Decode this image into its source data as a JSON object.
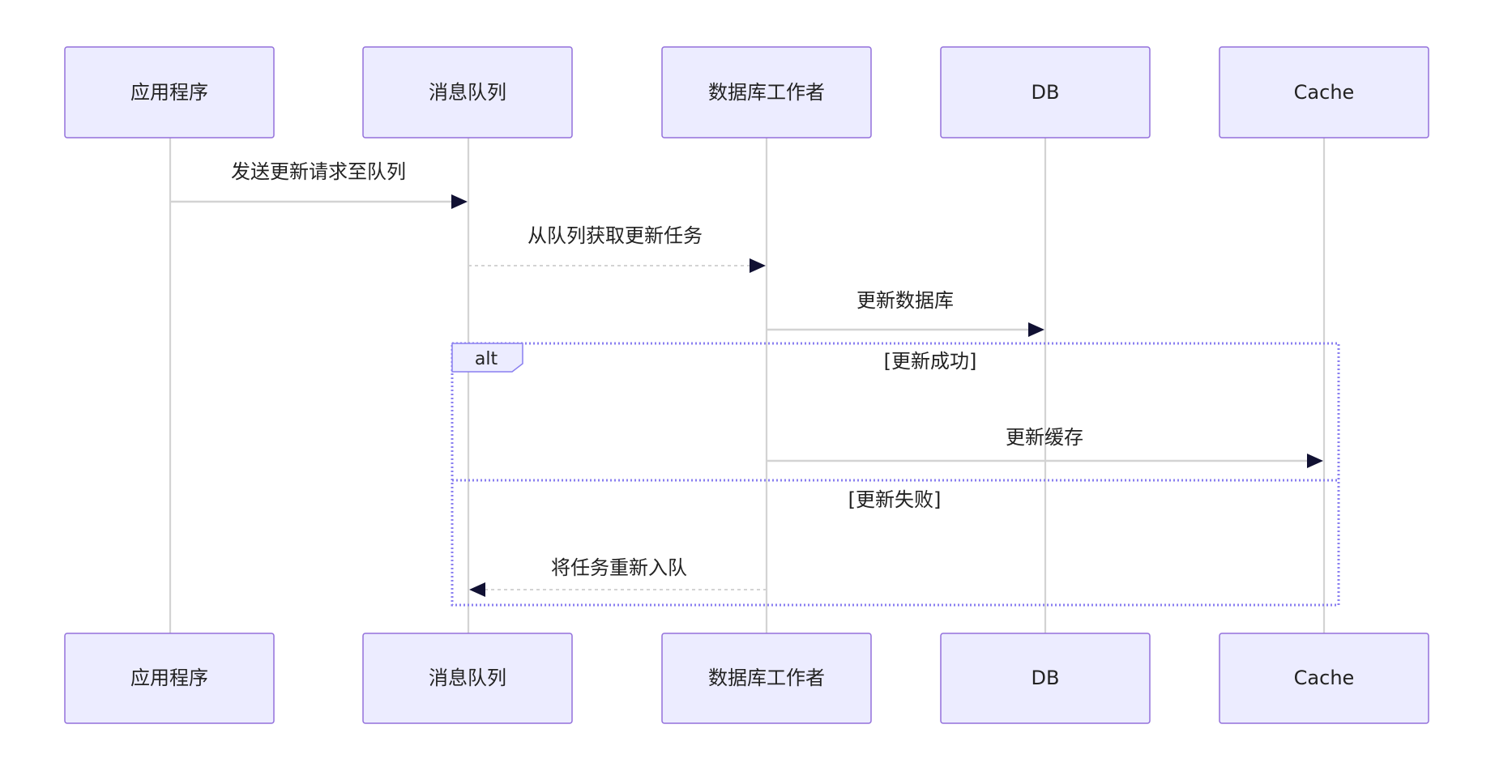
{
  "participants": [
    {
      "id": "app",
      "label": "应用程序"
    },
    {
      "id": "mq",
      "label": "消息队列"
    },
    {
      "id": "worker",
      "label": "数据库工作者"
    },
    {
      "id": "db",
      "label": "DB"
    },
    {
      "id": "cache",
      "label": "Cache"
    }
  ],
  "messages": [
    {
      "label": "发送更新请求至队列",
      "from": "app",
      "to": "mq",
      "style": "solid"
    },
    {
      "label": "从队列获取更新任务",
      "from": "mq",
      "to": "worker",
      "style": "dashed"
    },
    {
      "label": "更新数据库",
      "from": "worker",
      "to": "db",
      "style": "solid"
    },
    {
      "label": "更新缓存",
      "from": "worker",
      "to": "cache",
      "style": "solid"
    },
    {
      "label": "将任务重新入队",
      "from": "worker",
      "to": "mq",
      "style": "dashed"
    }
  ],
  "alt_block": {
    "label": "alt",
    "conditions": [
      "[更新成功]",
      "[更新失败]"
    ]
  },
  "colors": {
    "actor_fill": "#ececff",
    "actor_border": "#9370db",
    "lifeline": "#d3d3d3",
    "arrowhead": "#111133",
    "alt_border": "#8a7ff0"
  }
}
